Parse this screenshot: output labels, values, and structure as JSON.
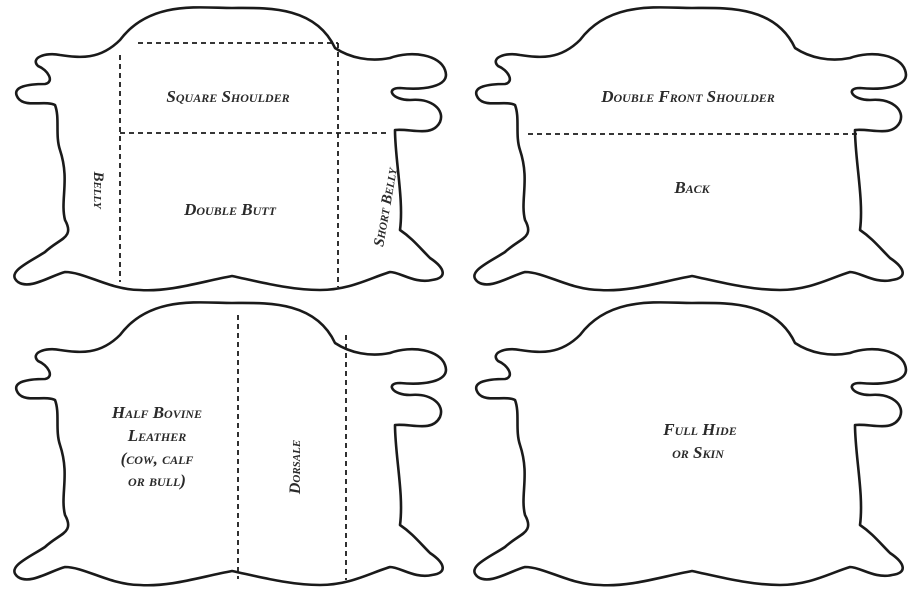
{
  "panels": [
    {
      "labels": {
        "square_shoulder": "Square Shoulder",
        "double_butt": "Double Butt",
        "belly": "Belly",
        "short_belly": "Short Belly"
      }
    },
    {
      "labels": {
        "double_front_shoulder": "Double Front Shoulder",
        "back": "Back"
      }
    },
    {
      "labels": {
        "half_bovine_line1": "Half Bovine",
        "half_bovine_line2": "Leather",
        "half_bovine_line3": "(cow, calf",
        "half_bovine_line4": "or bull)",
        "dorsale": "Dorsale"
      }
    },
    {
      "labels": {
        "full_hide_line1": "Full Hide",
        "full_hide_line2": "or Skin"
      }
    }
  ]
}
